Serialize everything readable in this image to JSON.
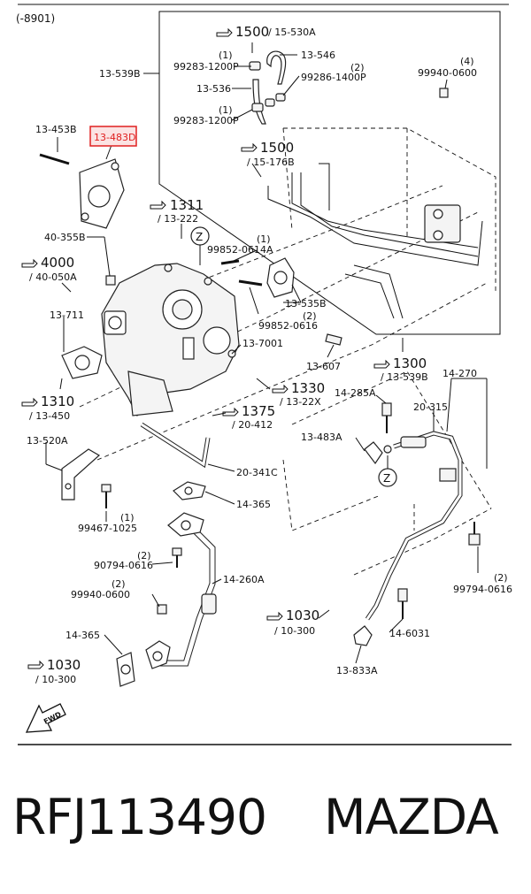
{
  "header": {
    "code": "(-8901)"
  },
  "colors": {
    "highlight": "#e02020",
    "highlight_fill": "#fbe3e3",
    "ink": "#111111"
  },
  "refs": [
    {
      "id": "ref-1500a",
      "num": "1500",
      "sub": "/ 15-530A"
    },
    {
      "id": "ref-1500b",
      "num": "1500",
      "sub": "/ 15-176B"
    },
    {
      "id": "ref-1311",
      "num": "1311",
      "sub": "/ 13-222"
    },
    {
      "id": "ref-4000",
      "num": "4000",
      "sub": "/ 40-050A"
    },
    {
      "id": "ref-1310",
      "num": "1310",
      "sub": "/ 13-450"
    },
    {
      "id": "ref-1330",
      "num": "1330",
      "sub": "/ 13-22X"
    },
    {
      "id": "ref-1375",
      "num": "1375",
      "sub": "/ 20-412"
    },
    {
      "id": "ref-1300",
      "num": "1300",
      "sub": "/ 13-539B"
    },
    {
      "id": "ref-1030a",
      "num": "1030",
      "sub": "/ 10-300"
    },
    {
      "id": "ref-1030b",
      "num": "1030",
      "sub": "/ 10-300"
    }
  ],
  "labels": {
    "l_13_539b": "13-539B",
    "l_13_546": "13-546",
    "l_99283_a": "99283-1200P",
    "l_99283_a_q": "(1)",
    "l_13_536": "13-536",
    "l_99286": "99286-1400P",
    "l_99286_q": "(2)",
    "l_99283_b": "99283-1200P",
    "l_99283_b_q": "(1)",
    "l_99940_top": "99940-0600",
    "l_99940_top_q": "(4)",
    "l_13_453b": "13-453B",
    "l_13_483d": "13-483D",
    "l_40_355b": "40-355B",
    "l_99852_a": "99852-0614A",
    "l_99852_a_q": "(1)",
    "l_13_535b": "13-535B",
    "l_99852_b": "99852-0616",
    "l_99852_b_q": "(2)",
    "l_13_711": "13-711",
    "l_13_7001": "13-7001",
    "l_13_607": "13-607",
    "l_14_270": "14-270",
    "l_14_285a": "14-285A",
    "l_20_315": "20-315",
    "l_13_483a": "13-483A",
    "l_13_520a": "13-520A",
    "l_20_341c": "20-341C",
    "l_14_365a": "14-365",
    "l_99467": "99467-1025",
    "l_99467_q": "(1)",
    "l_90794": "90794-0616",
    "l_90794_q": "(2)",
    "l_14_260a": "14-260A",
    "l_99940_low": "99940-0600",
    "l_99940_low_q": "(2)",
    "l_99794": "99794-0616",
    "l_99794_q": "(2)",
    "l_14_365b": "14-365",
    "l_14_6031": "14-6031",
    "l_13_833a": "13-833A",
    "mark_z1": "Z",
    "mark_z2": "Z",
    "fwd": "FWD"
  },
  "footer": {
    "part_number": "RFJ113490",
    "brand": "MAZDA"
  }
}
